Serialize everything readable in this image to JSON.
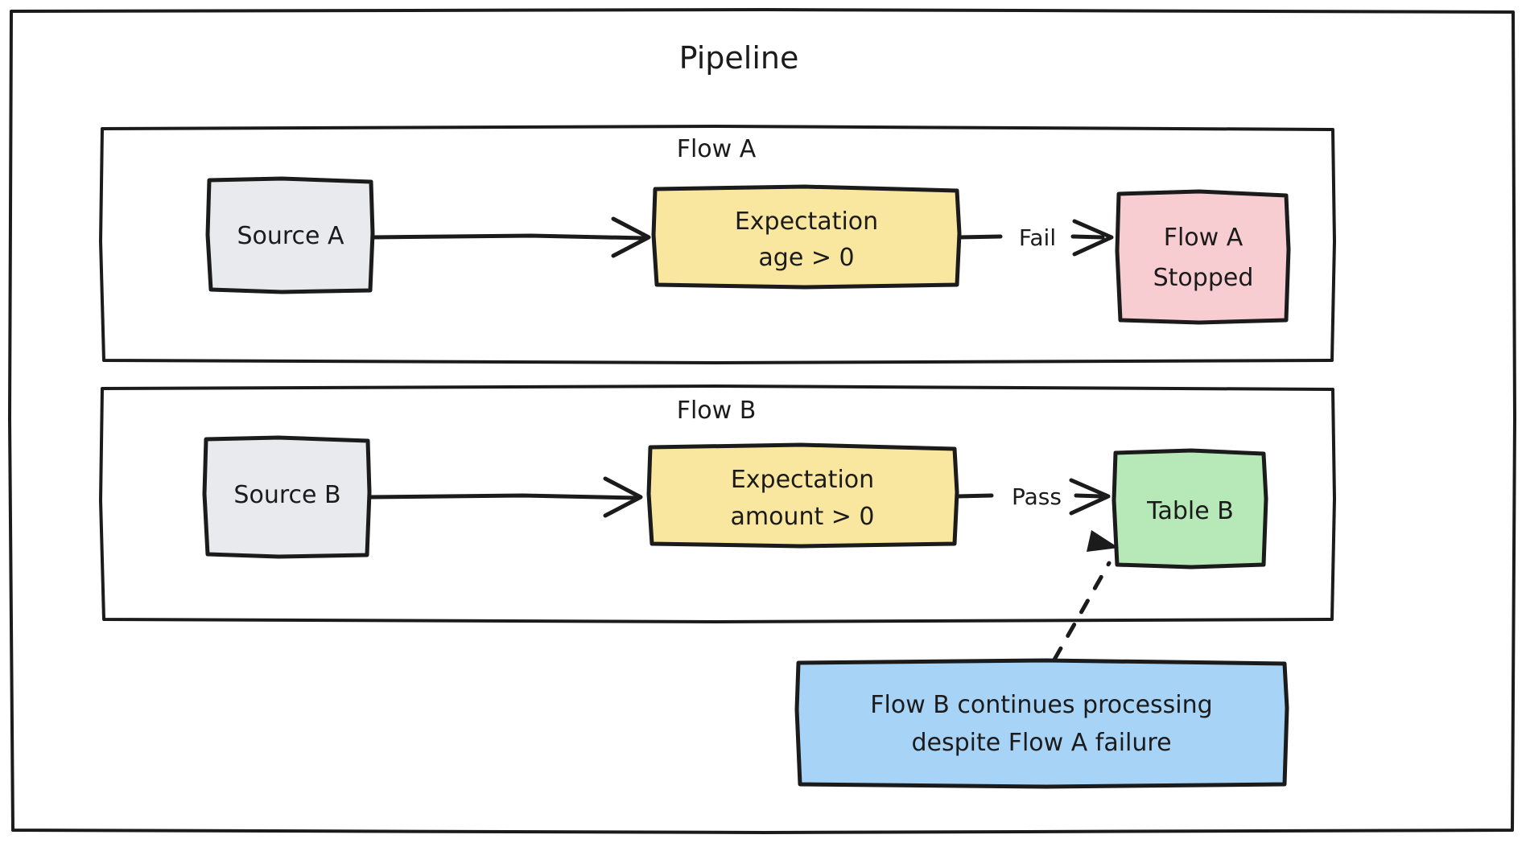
{
  "diagram": {
    "type": "flowchart",
    "title": "Pipeline",
    "style": "hand-drawn",
    "background_color": "#ffffff",
    "stroke_color": "#1b1b1b",
    "groups": [
      {
        "id": "flow-a",
        "label": "Flow A",
        "nodes": [
          {
            "id": "source-a",
            "label": "Source A",
            "shape": "rect",
            "fill": "#e8eaed"
          },
          {
            "id": "expectation-a",
            "label_line1": "Expectation",
            "label_line2": "age > 0",
            "shape": "rect",
            "fill": "#f9e79f"
          },
          {
            "id": "flow-a-stopped",
            "label_line1": "Flow A",
            "label_line2": "Stopped",
            "shape": "rect",
            "fill": "#f8cdd2"
          }
        ],
        "edges": [
          {
            "from": "source-a",
            "to": "expectation-a",
            "label": "",
            "style": "solid"
          },
          {
            "from": "expectation-a",
            "to": "flow-a-stopped",
            "label": "Fail",
            "style": "solid"
          }
        ]
      },
      {
        "id": "flow-b",
        "label": "Flow B",
        "nodes": [
          {
            "id": "source-b",
            "label": "Source B",
            "shape": "rect",
            "fill": "#e8eaed"
          },
          {
            "id": "expectation-b",
            "label_line1": "Expectation",
            "label_line2": "amount > 0",
            "shape": "rect",
            "fill": "#f9e79f"
          },
          {
            "id": "table-b",
            "label": "Table B",
            "shape": "rect",
            "fill": "#b7e8b8"
          }
        ],
        "edges": [
          {
            "from": "source-b",
            "to": "expectation-b",
            "label": "",
            "style": "solid"
          },
          {
            "from": "expectation-b",
            "to": "table-b",
            "label": "Pass",
            "style": "solid"
          }
        ]
      }
    ],
    "notes": [
      {
        "id": "note-flow-b",
        "line1": "Flow B continues processing",
        "line2": "despite Flow A failure",
        "fill": "#a7d3f7",
        "connects_to": "table-b",
        "edge_style": "dashed"
      }
    ]
  }
}
